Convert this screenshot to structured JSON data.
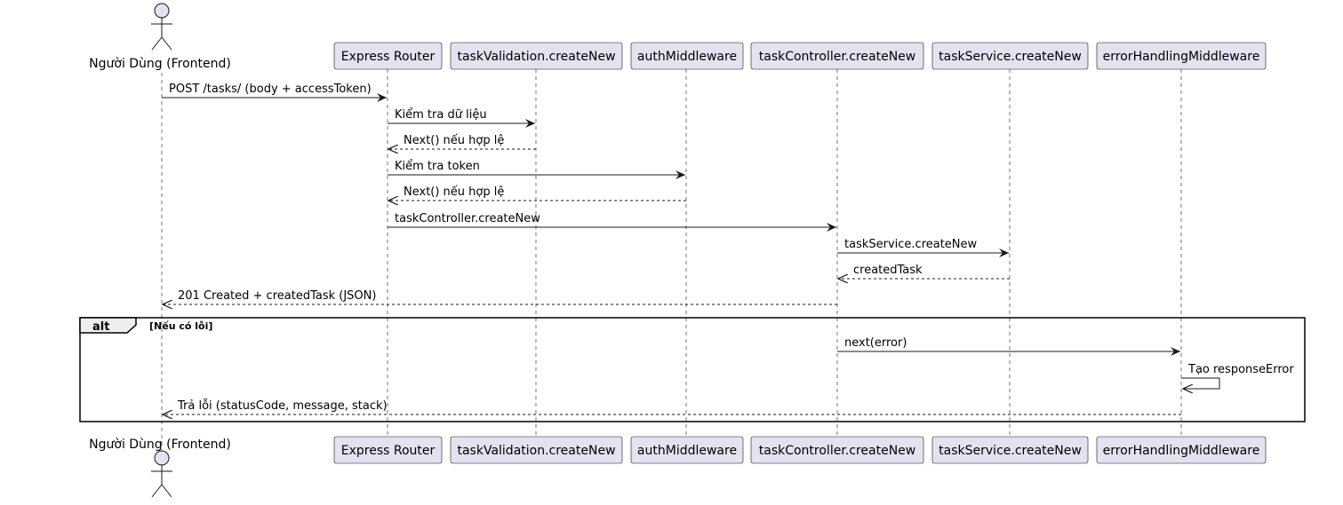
{
  "diagram": {
    "colors": {
      "participant_fill": "#E2E2F0",
      "participant_stroke": "#181818",
      "lifeline": "#181818",
      "arrow": "#181818",
      "text": "#000000",
      "background": "#FFFFFF"
    },
    "participants": [
      {
        "id": "user",
        "label": "Người Dùng (Frontend)",
        "kind": "actor"
      },
      {
        "id": "router",
        "label": "Express Router",
        "kind": "participant"
      },
      {
        "id": "validation",
        "label": "taskValidation.createNew",
        "kind": "participant"
      },
      {
        "id": "auth",
        "label": "authMiddleware",
        "kind": "participant"
      },
      {
        "id": "controller",
        "label": "taskController.createNew",
        "kind": "participant"
      },
      {
        "id": "service",
        "label": "taskService.createNew",
        "kind": "participant"
      },
      {
        "id": "errorHandler",
        "label": "errorHandlingMiddleware",
        "kind": "participant"
      }
    ],
    "messages": [
      {
        "from": "user",
        "to": "router",
        "label": "POST /tasks/ (body + accessToken)",
        "style": "sync"
      },
      {
        "from": "router",
        "to": "validation",
        "label": "Kiểm tra dữ liệu",
        "style": "sync"
      },
      {
        "from": "validation",
        "to": "router",
        "label": "Next() nếu hợp lệ",
        "style": "return"
      },
      {
        "from": "router",
        "to": "auth",
        "label": "Kiểm tra token",
        "style": "sync"
      },
      {
        "from": "auth",
        "to": "router",
        "label": "Next() nếu hợp lệ",
        "style": "return"
      },
      {
        "from": "router",
        "to": "controller",
        "label": "taskController.createNew",
        "style": "sync"
      },
      {
        "from": "controller",
        "to": "service",
        "label": "taskService.createNew",
        "style": "sync"
      },
      {
        "from": "service",
        "to": "controller",
        "label": "createdTask",
        "style": "return"
      },
      {
        "from": "controller",
        "to": "user",
        "label": "201 Created + createdTask (JSON)",
        "style": "return"
      },
      {
        "from": "controller",
        "to": "errorHandler",
        "label": "next(error)",
        "style": "sync"
      },
      {
        "from": "errorHandler",
        "to": "errorHandler",
        "label": "Tạo responseError",
        "style": "self"
      },
      {
        "from": "errorHandler",
        "to": "user",
        "label": "Trả lỗi (statusCode, message, stack)",
        "style": "return"
      }
    ],
    "fragment": {
      "type": "alt",
      "condition": "[Nếu có lỗi]"
    }
  }
}
